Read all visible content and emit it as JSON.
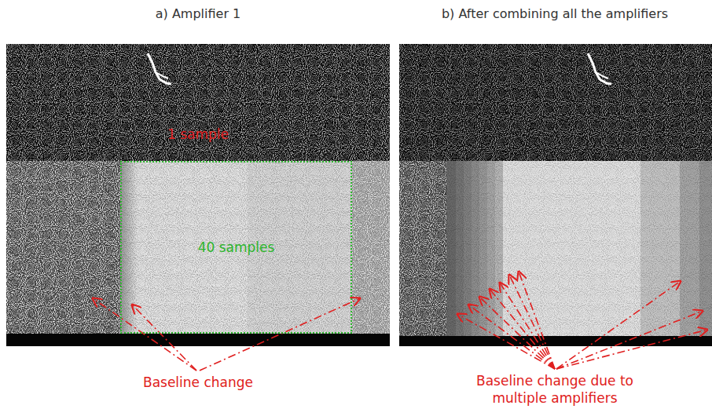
{
  "diagram": {
    "nodes": [
      {
        "text": [
          "40 samples"
        ]
      }
    ],
    "labels": [
      "a) Amplifier 1",
      "b) After combining all the amplifiers",
      "1 sample",
      "Baseline change",
      "Baseline change due to multiple amplifiers"
    ]
  }
}
